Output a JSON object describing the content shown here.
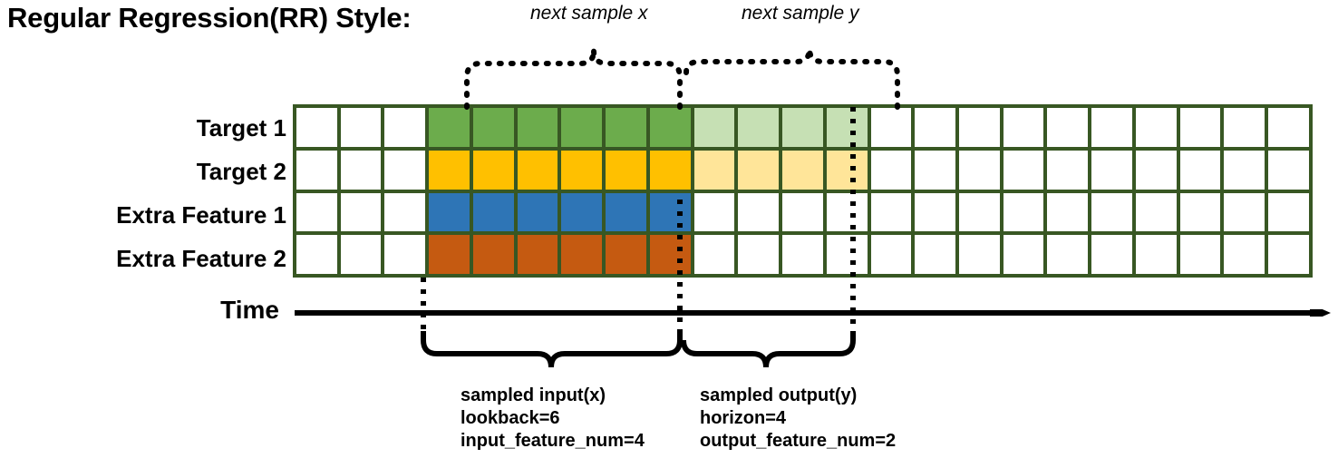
{
  "title": "Regular Regression(RR) Style:",
  "rows": [
    {
      "label": "Target 1",
      "name": "target-1"
    },
    {
      "label": "Target 2",
      "name": "target-2"
    },
    {
      "label": "Extra Feature 1",
      "name": "extra-feature-1"
    },
    {
      "label": "Extra Feature 2",
      "name": "extra-feature-2"
    }
  ],
  "axis": {
    "label": "Time",
    "arrow_direction": "right"
  },
  "grid": {
    "columns": 23,
    "rows": 4,
    "border_color": "#385723",
    "input_start_col": 4,
    "input_end_col": 9,
    "output_start_col": 10,
    "output_end_col": 13,
    "fills": [
      [
        "white",
        "white",
        "white",
        "green",
        "green",
        "green",
        "green",
        "green",
        "green",
        "lgreen",
        "lgreen",
        "lgreen",
        "lgreen",
        "white",
        "white",
        "white",
        "white",
        "white",
        "white",
        "white",
        "white",
        "white",
        "white"
      ],
      [
        "white",
        "white",
        "white",
        "yellow",
        "yellow",
        "yellow",
        "yellow",
        "yellow",
        "yellow",
        "lyellow",
        "lyellow",
        "lyellow",
        "lyellow",
        "white",
        "white",
        "white",
        "white",
        "white",
        "white",
        "white",
        "white",
        "white",
        "white"
      ],
      [
        "white",
        "white",
        "white",
        "blue",
        "blue",
        "blue",
        "blue",
        "blue",
        "blue",
        "white",
        "white",
        "white",
        "white",
        "white",
        "white",
        "white",
        "white",
        "white",
        "white",
        "white",
        "white",
        "white",
        "white"
      ],
      [
        "white",
        "white",
        "white",
        "orange",
        "orange",
        "orange",
        "orange",
        "orange",
        "orange",
        "white",
        "white",
        "white",
        "white",
        "white",
        "white",
        "white",
        "white",
        "white",
        "white",
        "white",
        "white",
        "white",
        "white"
      ]
    ]
  },
  "colors": {
    "green": "#6CAC4C",
    "light_green": "#C6E0B4",
    "yellow": "#FFC000",
    "light_yellow": "#FFE599",
    "blue": "#2E75B6",
    "orange": "#C55A11",
    "grid_border": "#385723",
    "ink": "#000000"
  },
  "top_annotations": [
    {
      "name": "next-sample-x",
      "text": "next sample x"
    },
    {
      "name": "next-sample-y",
      "text": "next sample y"
    }
  ],
  "bottom_annotations": [
    {
      "name": "sampled-input",
      "line1": "sampled input(x)",
      "line2": "lookback=6",
      "line3": "input_feature_num=4"
    },
    {
      "name": "sampled-output",
      "line1": "sampled output(y)",
      "line2": "horizon=4",
      "line3": "output_feature_num=2"
    }
  ]
}
